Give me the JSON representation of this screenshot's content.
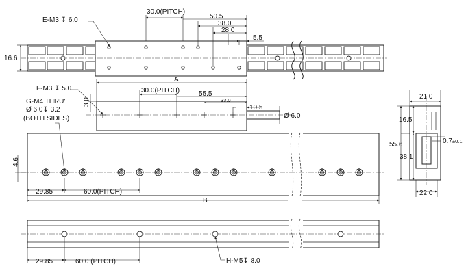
{
  "callouts": {
    "e_m3": "E-M3 ↧ 6.0",
    "f_m3": "F-M3 ↧ 5.0",
    "g_m4_line1": "G-M4 THRU'",
    "g_m4_line2": "Ø 6.0↧ 3.2",
    "g_m4_line3": "(BOTH SIDES)",
    "h_m5": "H-M5↧ 8.0"
  },
  "top_view": {
    "pitch": "30.0(PITCH)",
    "d50_5": "50.5",
    "d38_0": "38.0",
    "d28_0": "28.0",
    "d5_5": "5.5",
    "width": "16.6"
  },
  "carriage_view": {
    "dim_a": "A",
    "pitch": "30.0(PITCH)",
    "d55_5": "55.5",
    "d33_0": "33.0",
    "d10_5": "10.5",
    "shaft_dia": "Ø 6.0",
    "height": "3.0"
  },
  "side_view": {
    "d4_6": "4.6",
    "d29_85": "29.85",
    "pitch": "60.0(PITCH)",
    "dim_b": "B"
  },
  "bottom_view": {
    "d29_85": "29.85",
    "pitch": "60.0 (PITCH)"
  },
  "end_view": {
    "d21_0": "21.0",
    "d16_5": "16.5",
    "d55_6": "55.6",
    "d38_1": "38.1",
    "d0_7": "0.7",
    "d0_7_tol": "±0.1",
    "d22_0": "22.0"
  }
}
